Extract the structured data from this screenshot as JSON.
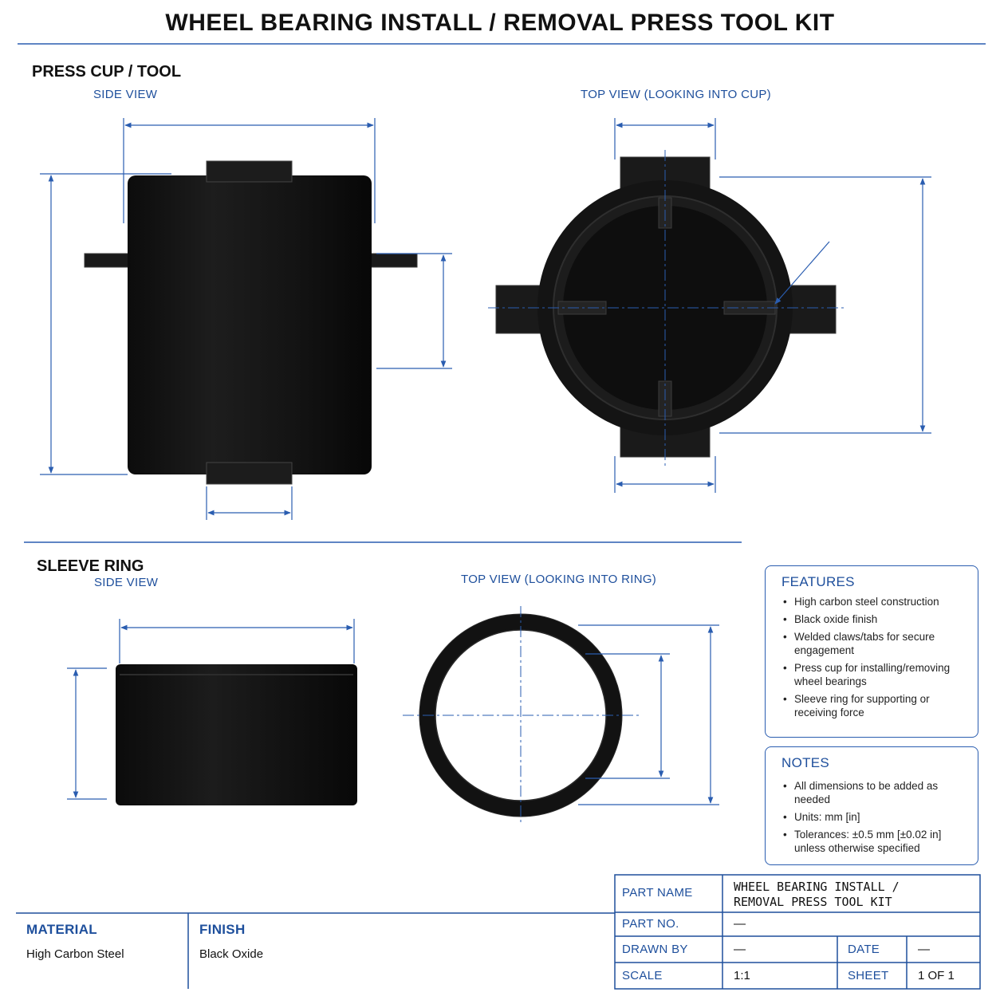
{
  "title": "WHEEL BEARING INSTALL / REMOVAL PRESS TOOL KIT",
  "press_cup": {
    "section_title": "PRESS CUP / TOOL",
    "side_view_label": "SIDE VIEW",
    "top_view_label": "TOP VIEW (LOOKING INTO CUP)"
  },
  "sleeve_ring": {
    "section_title": "SLEEVE RING",
    "side_view_label": "SIDE VIEW",
    "top_view_label": "TOP VIEW (LOOKING INTO RING)"
  },
  "features": {
    "heading": "FEATURES",
    "items": [
      "High carbon steel construction",
      "Black oxide finish",
      "Welded claws/tabs for secure engagement",
      "Press cup for installing/removing wheel bearings",
      "Sleeve ring for supporting or receiving force"
    ]
  },
  "notes": {
    "heading": "NOTES",
    "items": [
      "All dimensions to be added as needed",
      "Units: mm [in]",
      "Tolerances: ±0.5 mm [±0.02 in] unless otherwise specified"
    ]
  },
  "title_block": {
    "material_label": "MATERIAL",
    "material_value": "High Carbon Steel",
    "finish_label": "FINISH",
    "finish_value": "Black Oxide",
    "part_name_label": "PART NAME",
    "part_name_line1": "WHEEL BEARING INSTALL /",
    "part_name_line2": "REMOVAL PRESS TOOL KIT",
    "part_no_label": "PART NO.",
    "part_no_value": "—",
    "drawn_by_label": "DRAWN BY",
    "drawn_by_value": "—",
    "date_label": "DATE",
    "date_value": "—",
    "scale_label": "SCALE",
    "scale_value": "1:1",
    "sheet_label": "SHEET",
    "sheet_value": "1 OF 1"
  },
  "colors": {
    "accent_blue": "#1e4f9c",
    "dimension_blue": "#2a5db0",
    "part_black": "#151515"
  }
}
